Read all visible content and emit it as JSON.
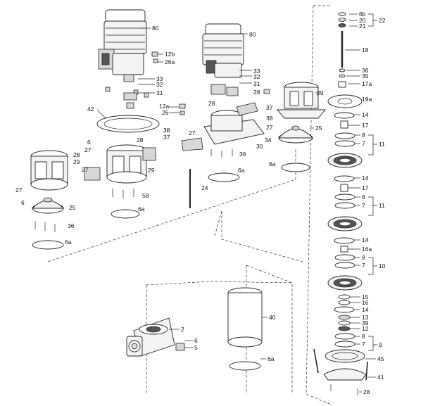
{
  "labels": {
    "l80a": "80",
    "l12b": "12b",
    "l26aA": "26a",
    "l33a": "33",
    "l32a": "32",
    "l31a": "31",
    "l12a": "12a",
    "l26": "26",
    "l42": "42",
    "l6a": "6",
    "l27a": "27",
    "l28a": "28",
    "l29a": "29",
    "l27b": "27",
    "l29b": "29",
    "l27c": "27",
    "l6b": "6",
    "l25a": "25",
    "l36a": "36",
    "l6aA": "6a",
    "l58": "58",
    "l6aB": "6a",
    "l28b": "28",
    "l38a": "38",
    "l37a": "37",
    "l27d": "27",
    "l24": "24",
    "l80b": "80",
    "l33b": "33",
    "l32b": "32",
    "l31b": "31",
    "l28c": "28",
    "l29c": "29",
    "l28d": "28",
    "l37b": "37",
    "l38b": "38",
    "l27e": "27",
    "l34": "34",
    "l30": "30",
    "l36b": "36",
    "l6aC": "6a",
    "l25b": "25",
    "l6aD": "6a",
    "l6bR": "6b",
    "l20": "20",
    "l21": "21",
    "l22": "22",
    "l18": "18",
    "l36c": "36",
    "l35": "35",
    "l17a": "17a",
    "l19a": "19a",
    "l14a": "14",
    "l17b": "17",
    "l8a": "8",
    "l7a": "7",
    "l11a": "11",
    "l14b": "14",
    "l17c": "17",
    "l8b": "8",
    "l7b": "7",
    "l11b": "11",
    "l14c": "14",
    "l16a": "16a",
    "l8c": "8",
    "l7c": "7",
    "l10": "10",
    "l15": "15",
    "l16": "16",
    "l14d": "14",
    "l13": "13",
    "l39": "39",
    "l12": "12",
    "l8d": "8",
    "l7d": "7",
    "l9": "9",
    "l45": "45",
    "l41": "41",
    "l28e": "28",
    "l40": "40",
    "l6aE": "6a",
    "l2": "2",
    "l6c": "6",
    "l5": "5"
  }
}
